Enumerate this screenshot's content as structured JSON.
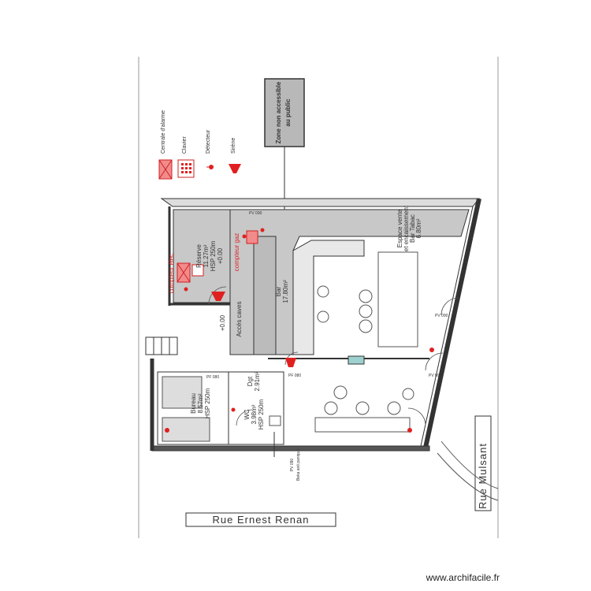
{
  "legend": {
    "items": [
      {
        "label": "Centrale d'alarme",
        "icon": "alarm-panel-icon"
      },
      {
        "label": "Clavier",
        "icon": "keypad-icon"
      },
      {
        "label": "Détecteur",
        "icon": "detector-icon"
      },
      {
        "label": "Sirène",
        "icon": "siren-icon"
      }
    ]
  },
  "note_box": {
    "line1": "Zone non accessible",
    "line2": "au public"
  },
  "rooms": {
    "reserve": {
      "name": "Réserve",
      "area": "11.27m²",
      "hsp": "HSP 250m",
      "level": "+0.00"
    },
    "bar": {
      "name": "Bar",
      "area": "17.80m²"
    },
    "espace": {
      "line1": "Espace vente",
      "line2": "et encaissement",
      "line3": "Bar Tabac",
      "area": "6.80m²"
    },
    "bureau": {
      "name": "Bureau",
      "area": "8.57m²",
      "hsp": "HSP 250m"
    },
    "dgt": {
      "name": "Dgt",
      "area": "2.91m²"
    },
    "wc": {
      "name": "WC",
      "area": "3.98m²",
      "hsp": "HSP 250m"
    },
    "acces_caves": "Accès caves",
    "level_0": "+0.00"
  },
  "labels": {
    "compteur_elec": "compteur élec",
    "compteur_gaz": "compteur gaz",
    "pf1": "PF 080",
    "pf2": "PF 080",
    "pv1": "PV 090",
    "pv2": "PV 090",
    "pv3": "PV 090",
    "pv_bottom": "PV 090",
    "beka": "Beka anti panique"
  },
  "streets": {
    "bottom": "Rue Ernest Renan",
    "right": "Rue Mulsant"
  },
  "credit": "www.archifacile.fr",
  "colors": {
    "accent_red": "#e02020",
    "room_fill": "#c8c8c8",
    "wall": "#333333"
  }
}
